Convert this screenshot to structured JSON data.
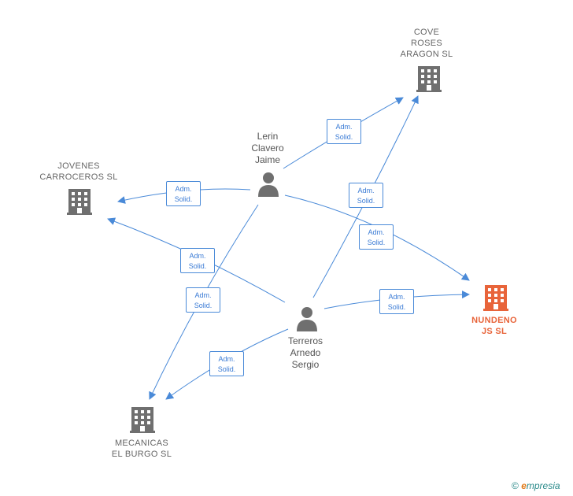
{
  "nodes": {
    "cove": {
      "lines": [
        "COVE",
        "ROSES",
        "ARAGON SL"
      ]
    },
    "jovenes": {
      "lines": [
        "JOVENES",
        "CARROCEROS SL"
      ]
    },
    "nundeno": {
      "lines": [
        "NUNDENO",
        "JS  SL"
      ]
    },
    "mecanicas": {
      "lines": [
        "MECANICAS",
        "EL BURGO  SL"
      ]
    },
    "lerin": {
      "lines": [
        "Lerin",
        "Clavero",
        "Jaime"
      ]
    },
    "terreros": {
      "lines": [
        "Terreros",
        "Arnedo",
        "Sergio"
      ]
    }
  },
  "edge_label": {
    "line1": "Adm.",
    "line2": "Solid."
  },
  "colors": {
    "edge": "#4a8ad8",
    "building": "#6f6f6f",
    "highlight": "#e8643a",
    "person": "#6f6f6f"
  },
  "brand": {
    "copyright": "©",
    "e": "e",
    "rest": "mpresia"
  }
}
